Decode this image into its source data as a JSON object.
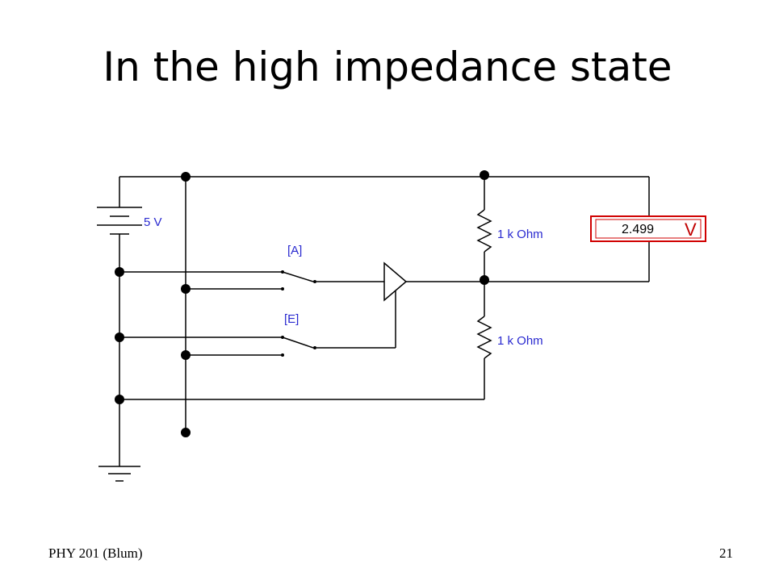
{
  "slide": {
    "title": "In the high impedance state",
    "footer_left": "PHY 201 (Blum)",
    "footer_right": "21"
  },
  "circuit": {
    "battery_label": "5 V",
    "switch_a_label": "[A]",
    "switch_e_label": "[E]",
    "resistor_top_label": "1 k Ohm",
    "resistor_bottom_label": "1 k Ohm",
    "meter": {
      "value": "2.499",
      "unit": "V",
      "frame_color": "#d00000"
    },
    "wire_color": "#000000",
    "label_color": "#2a2ad0"
  }
}
